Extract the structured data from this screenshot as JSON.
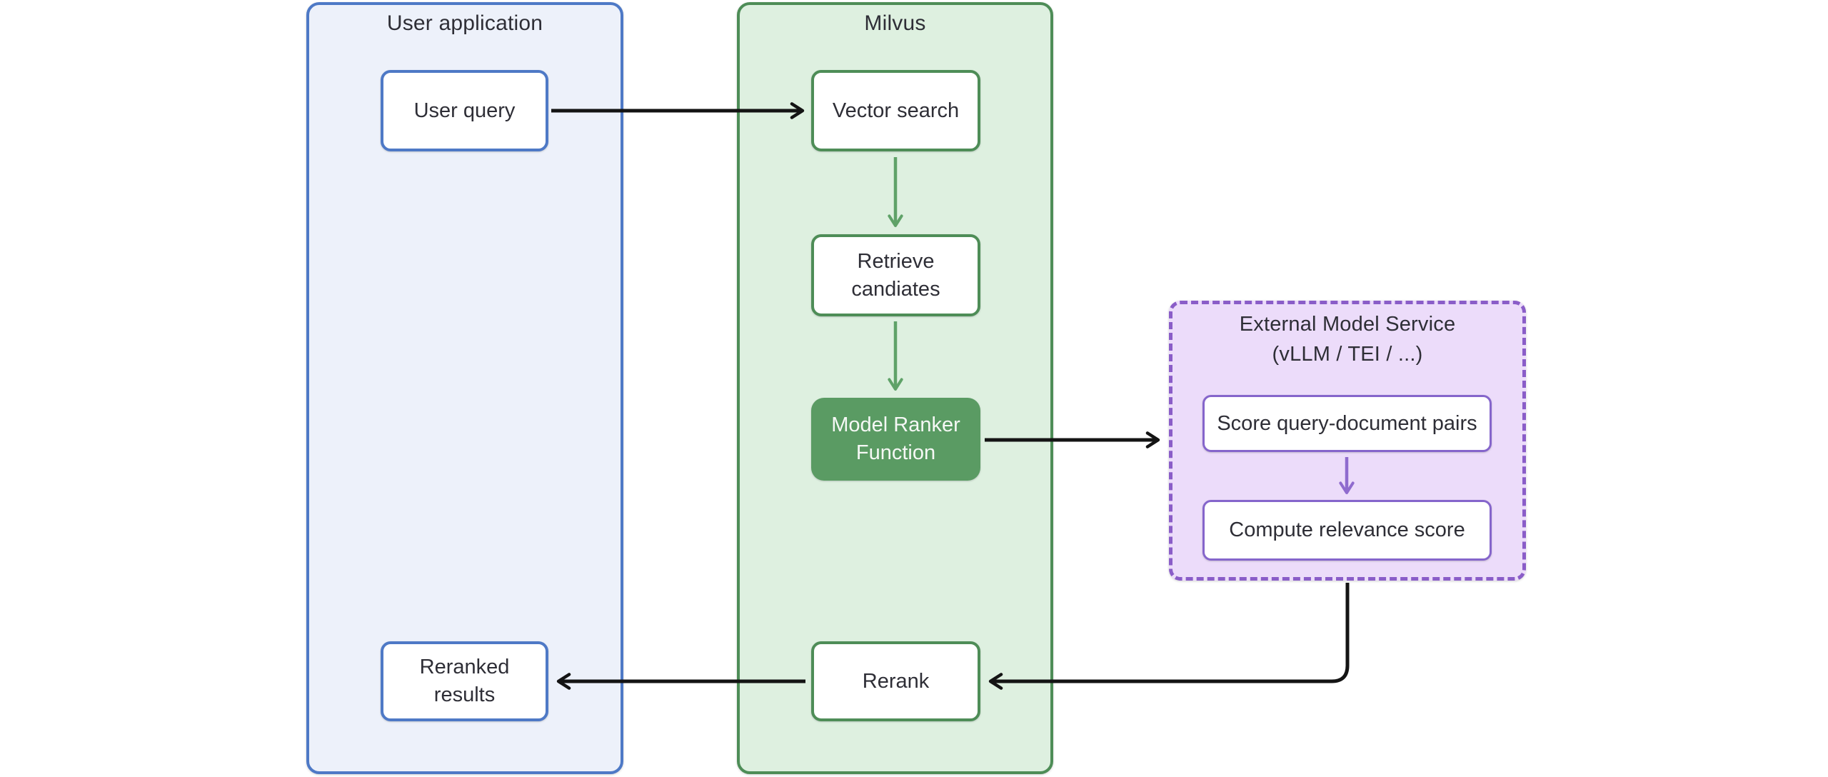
{
  "colors": {
    "canvas_bg": "#ffffff",
    "blue_border": "#4e79c6",
    "blue_fill": "#edf1fa",
    "green_border": "#4e8d57",
    "green_fill": "#def0e0",
    "green_solid": "#5a9b63",
    "green_arrow": "#5fa268",
    "purple_border": "#8a5dc8",
    "purple_fill": "#ecdcfa",
    "purple_box_border": "#8565cb",
    "purple_arrow": "#8f6bce",
    "arrow_black": "#141414",
    "text_dark": "#2e2e36",
    "text_on_green": "#f5f8f5",
    "node_fill": "#ffffff"
  },
  "containers": {
    "user_application": {
      "title": "User application"
    },
    "milvus": {
      "title": "Milvus"
    },
    "external_model_service": {
      "title": "External Model Service",
      "subtitle": "(vLLM / TEI / ...)"
    }
  },
  "nodes": {
    "user_query": {
      "label": "User query"
    },
    "vector_search": {
      "label": "Vector search"
    },
    "retrieve_candidates": {
      "label": "Retrieve candiates"
    },
    "model_ranker_function": {
      "label": "Model Ranker Function"
    },
    "rerank": {
      "label": "Rerank"
    },
    "reranked_results": {
      "label": "Reranked results"
    },
    "score_query_document_pairs": {
      "label": "Score query-document pairs"
    },
    "compute_relevance_score": {
      "label": "Compute relevance score"
    }
  },
  "edges": [
    {
      "from": "user_query",
      "to": "vector_search",
      "color": "black"
    },
    {
      "from": "vector_search",
      "to": "retrieve_candidates",
      "color": "green"
    },
    {
      "from": "retrieve_candidates",
      "to": "model_ranker_function",
      "color": "green"
    },
    {
      "from": "model_ranker_function",
      "to": "external_model_service",
      "color": "black"
    },
    {
      "from": "score_query_document_pairs",
      "to": "compute_relevance_score",
      "color": "purple"
    },
    {
      "from": "external_model_service",
      "to": "rerank",
      "color": "black"
    },
    {
      "from": "rerank",
      "to": "reranked_results",
      "color": "black"
    }
  ]
}
